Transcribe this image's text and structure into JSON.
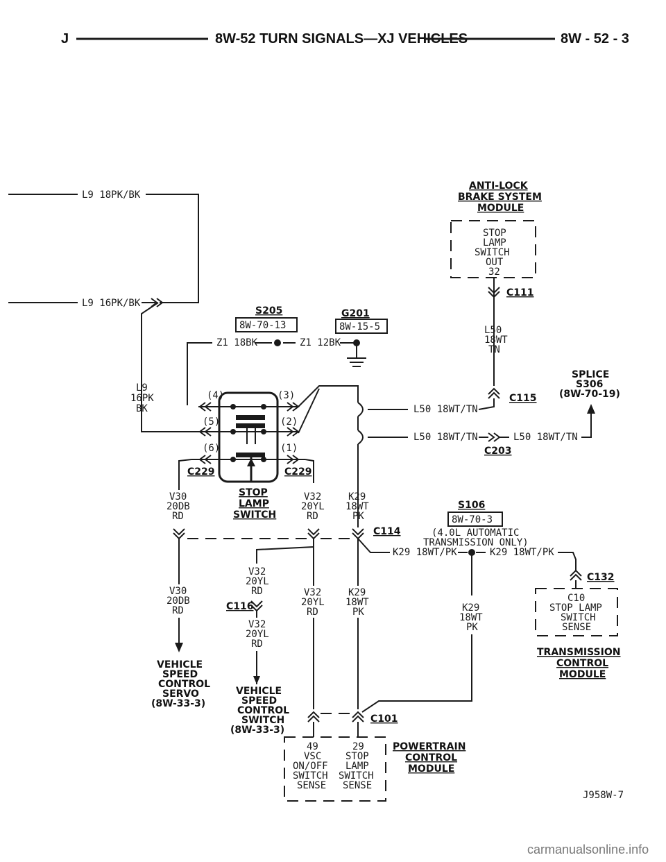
{
  "header": {
    "left": "J",
    "title": "8W-52 TURN SIGNALS—XJ VEHICLES",
    "page": "8W - 52 - 3"
  },
  "wires": {
    "l9_top": "L9 18PK/BK",
    "l9_mid": "L9 16PK/BK",
    "l9_vert": [
      "L9",
      "16PK",
      "BK"
    ],
    "z1_a": "Z1 18BK",
    "z1_b": "Z1 12BK",
    "l50_vert": [
      "L50",
      "18WT",
      "TN"
    ],
    "l50_a": "L50 18WT/TN",
    "l50_b": "L50 18WT/TN",
    "l50_c": "L50 18WT/TN",
    "v30_top": [
      "V30",
      "20DB",
      "RD"
    ],
    "v30_bot": [
      "V30",
      "20DB",
      "RD"
    ],
    "v32_top": [
      "V32",
      "20YL",
      "RD"
    ],
    "v32_mid": [
      "V32",
      "20YL",
      "RD"
    ],
    "v32_mid2": [
      "V32",
      "20YL",
      "RD"
    ],
    "v32_low": [
      "V32",
      "20YL",
      "RD"
    ],
    "k29_top": [
      "K29",
      "18WT",
      "PK"
    ],
    "k29_mid": [
      "K29",
      "18WT",
      "PK"
    ],
    "k29_right": [
      "K29",
      "18WT",
      "PK"
    ],
    "k29_h1": "K29 18WT/PK",
    "k29_h2": "K29 18WT/PK"
  },
  "connectors": {
    "c111": "C111",
    "c115": "C115",
    "c203": "C203",
    "c229_left": "C229",
    "c229_right": "C229",
    "c114": "C114",
    "c116": "C116",
    "c132": "C132",
    "c101": "C101"
  },
  "splices": {
    "s205": "S205",
    "s205_ref": "8W-70-13",
    "g201": "G201",
    "g201_ref": "8W-15-5",
    "s306": [
      "SPLICE",
      "S306",
      "(8W-70-19)"
    ],
    "s106": "S106",
    "s106_ref": "8W-70-3",
    "s106_note": [
      "(4.0L AUTOMATIC",
      "TRANSMISSION ONLY)"
    ]
  },
  "components": {
    "abs_title": [
      "ANTI-LOCK",
      "BRAKE SYSTEM",
      "MODULE"
    ],
    "abs_pin": [
      "STOP",
      "LAMP",
      "SWITCH",
      "OUT",
      "32"
    ],
    "stop_lamp_switch": [
      "STOP",
      "LAMP",
      "SWITCH"
    ],
    "pins_left": [
      "(4)",
      "(5)",
      "(6)"
    ],
    "pins_right": [
      "(3)",
      "(2)",
      "(1)"
    ],
    "vsc_servo": [
      "VEHICLE",
      "SPEED",
      "CONTROL",
      "SERVO",
      "(8W-33-3)"
    ],
    "vsc_switch": [
      "VEHICLE",
      "SPEED",
      "CONTROL",
      "SWITCH",
      "(8W-33-3)"
    ],
    "tcm_pin": [
      "C10",
      "STOP LAMP",
      "SWITCH",
      "SENSE"
    ],
    "tcm_title": [
      "TRANSMISSION",
      "CONTROL",
      "MODULE"
    ],
    "pcm_pin_49": [
      "49",
      "VSC",
      "ON/OFF",
      "SWITCH",
      "SENSE"
    ],
    "pcm_pin_29": [
      "29",
      "STOP",
      "LAMP",
      "SWITCH",
      "SENSE"
    ],
    "pcm_title": [
      "POWERTRAIN",
      "CONTROL",
      "MODULE"
    ]
  },
  "figure_id": "J958W-7",
  "watermark": "carmanualsonline.info"
}
